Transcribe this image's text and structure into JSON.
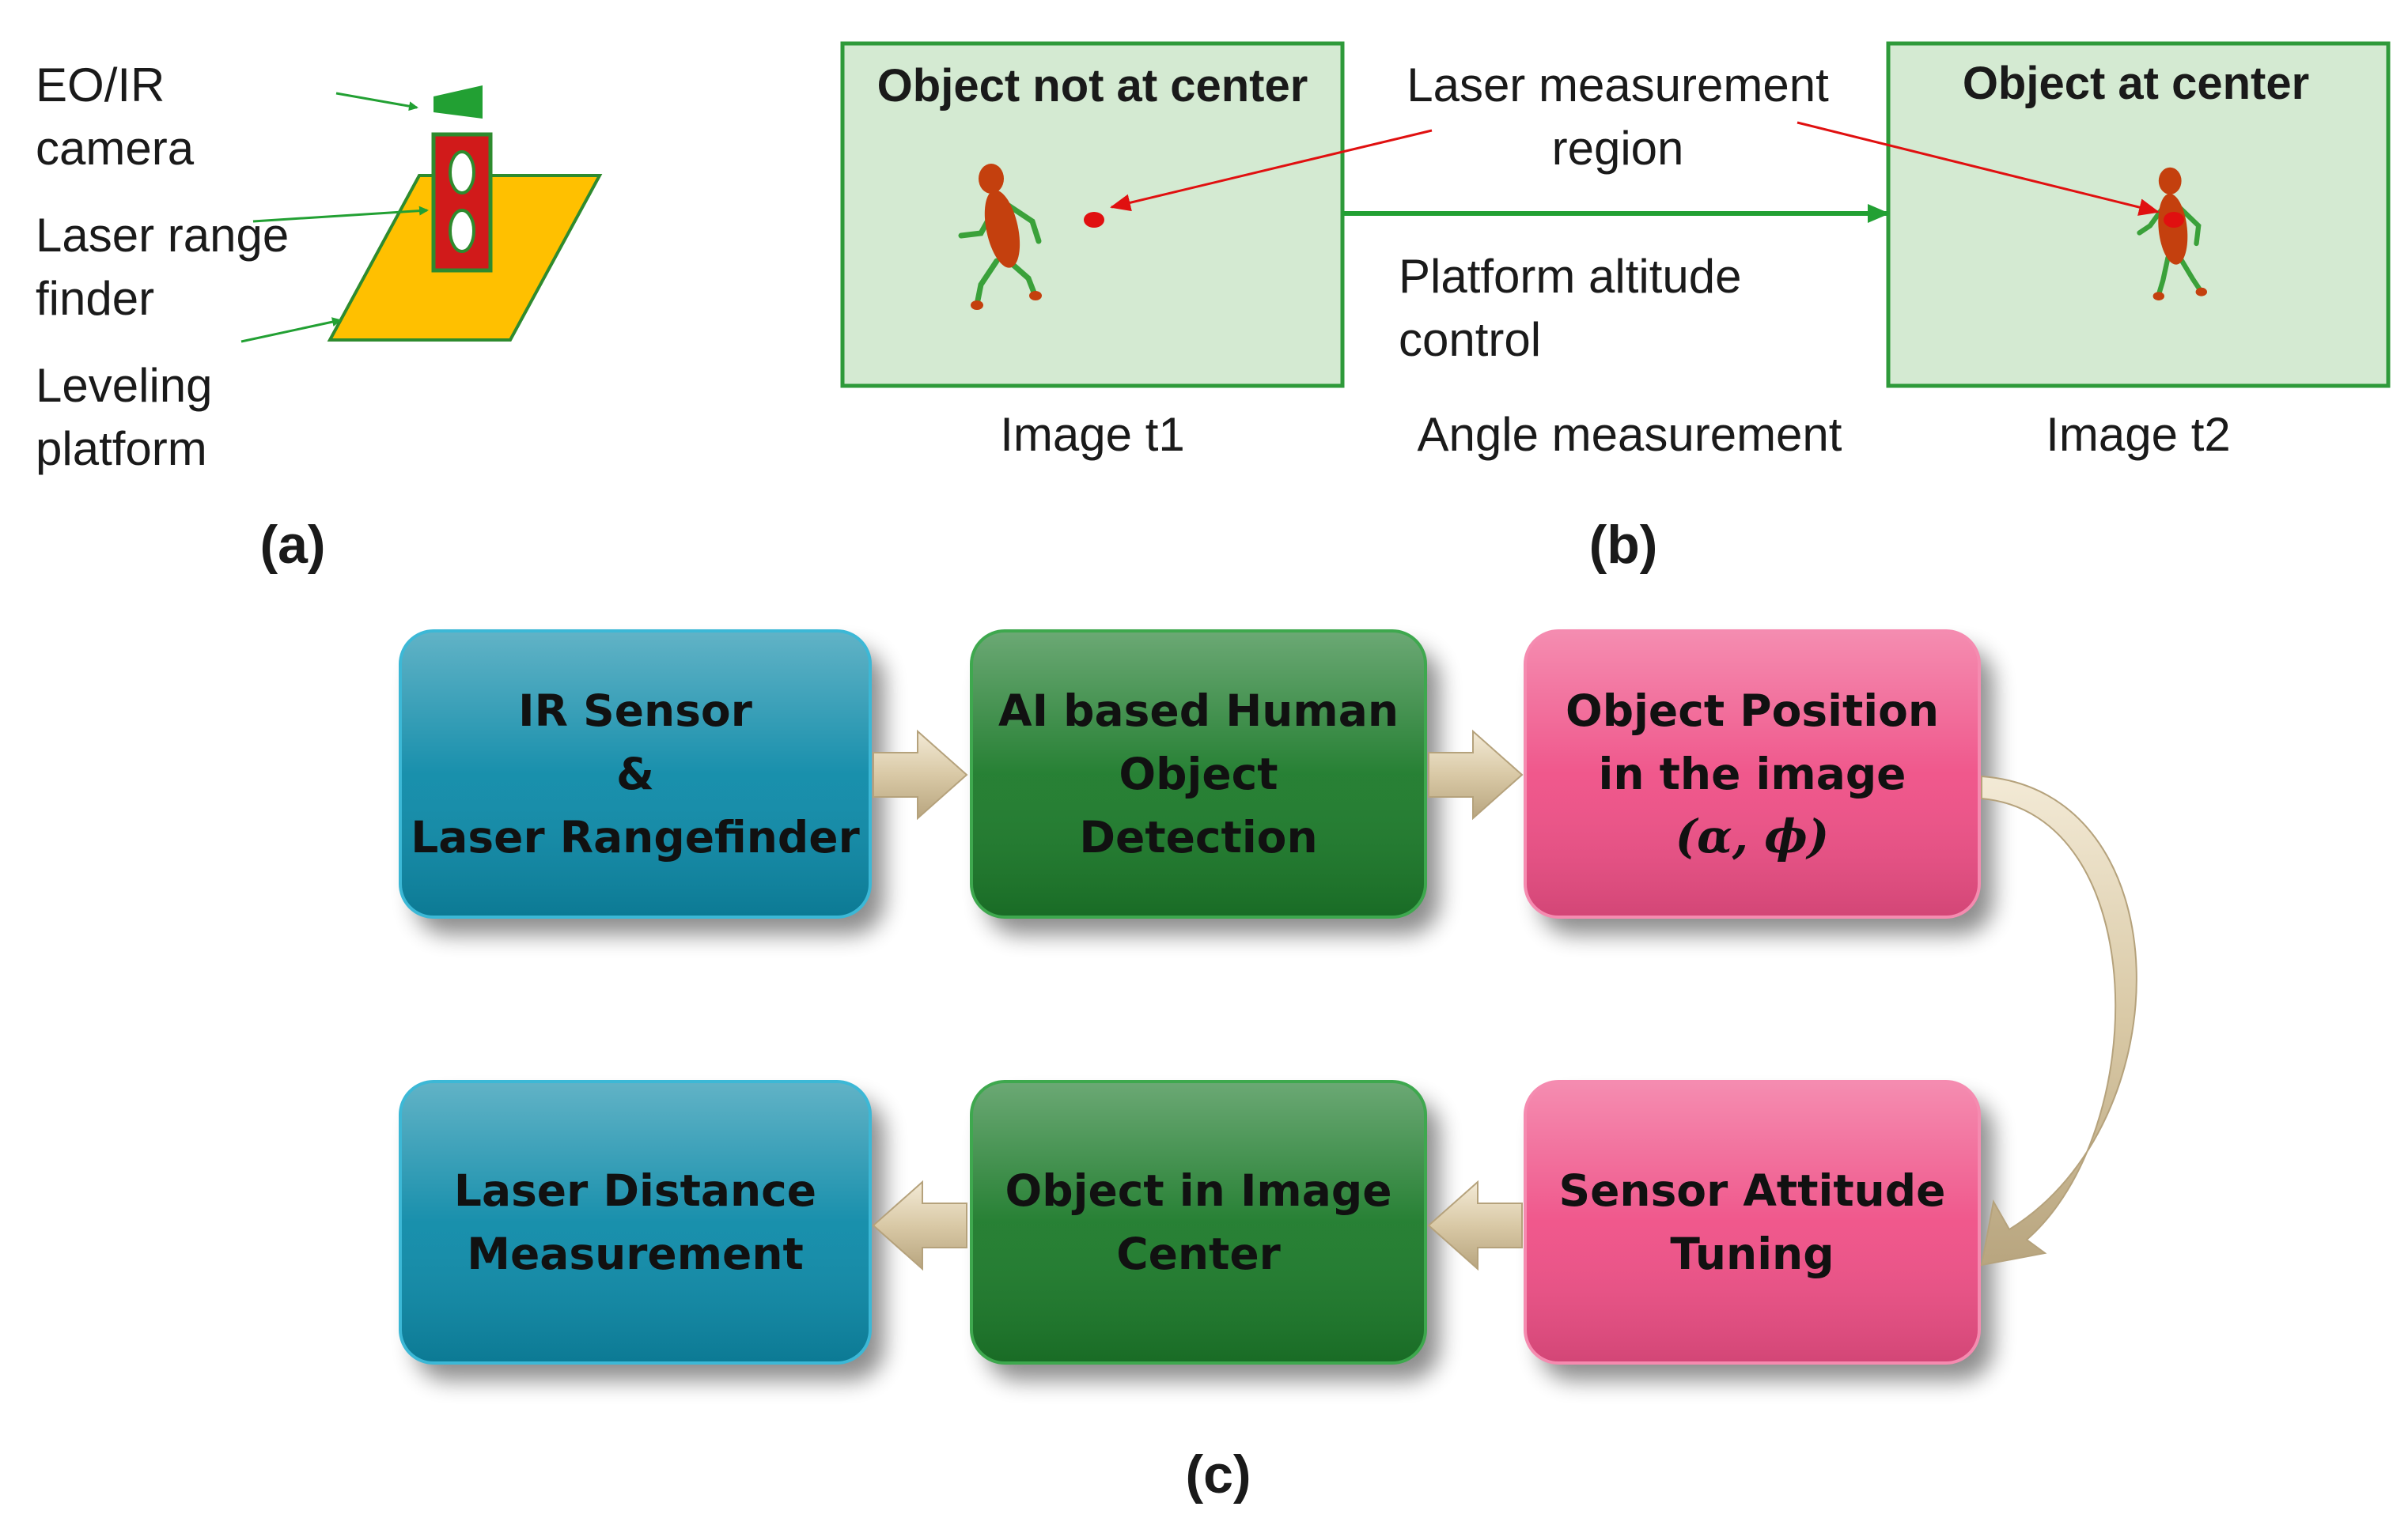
{
  "colors": {
    "green_line": "#22a033",
    "red": "#e01010",
    "frame_fill": "#d4ead2",
    "frame_border": "#2e9a3a",
    "platform": "#ffc000",
    "finder": "#d11a1a",
    "teal": "#0b8aa8",
    "dark_green": "#1a7a2a",
    "pink": "#ef4f86",
    "arrow_fill": "#e8dcc2"
  },
  "panel_a": {
    "label": "(a)",
    "camera_label": [
      "EO/IR",
      "camera"
    ],
    "finder_label": [
      "Laser range",
      "finder"
    ],
    "platform_label": [
      "Leveling",
      "platform"
    ]
  },
  "panel_b": {
    "label": "(b)",
    "frame1_title": "Object not at center",
    "frame2_title": "Object at center",
    "laser_label": [
      "Laser measurement",
      "region"
    ],
    "altitude_label": [
      "Platform altitude",
      "control"
    ],
    "angle_label": "Angle measurement",
    "image1_caption": "Image t1",
    "image2_caption": "Image t2"
  },
  "panel_c": {
    "label": "(c)",
    "boxes": [
      {
        "lines": [
          "IR Sensor",
          "&",
          "Laser Rangefinder"
        ]
      },
      {
        "lines": [
          "AI based Human",
          "Object",
          "Detection"
        ]
      },
      {
        "lines": [
          "Object Position",
          "in the image"
        ],
        "math": "(α, ϕ)"
      },
      {
        "lines": [
          "Sensor Attitude",
          "Tuning"
        ]
      },
      {
        "lines": [
          "Object in Image",
          "Center"
        ]
      },
      {
        "lines": [
          "Laser Distance",
          "Measurement"
        ]
      }
    ]
  }
}
